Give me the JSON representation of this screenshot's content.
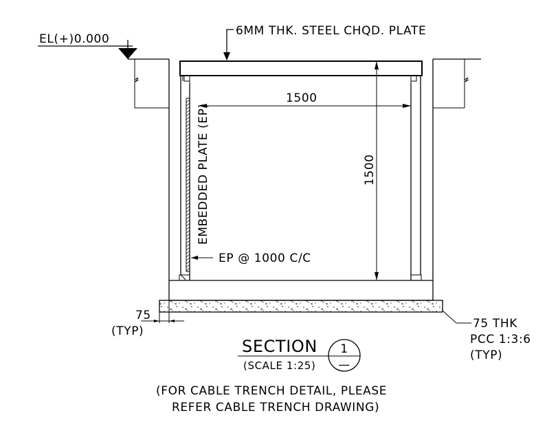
{
  "labels": {
    "elevation": "EL(+)0.000",
    "plate_callout": "6MM THK. STEEL CHQD. PLATE",
    "width_dim": "1500",
    "depth_dim": "1500",
    "embedded_plate": "EMBEDDED PLATE (EP)",
    "ep_spacing": "EP @ 1000 C/C",
    "offset_dim": "75",
    "offset_typ": "(TYP)",
    "pcc_line1": "75 THK",
    "pcc_line2": "PCC 1:3:6",
    "pcc_line3": "(TYP)"
  },
  "section_title": {
    "title": "SECTION",
    "number": "1",
    "sheet": "—",
    "scale": "(SCALE 1:25)"
  },
  "note": {
    "line1": "(FOR CABLE TRENCH DETAIL, PLEASE",
    "line2": "REFER CABLE TRENCH DRAWING)"
  }
}
